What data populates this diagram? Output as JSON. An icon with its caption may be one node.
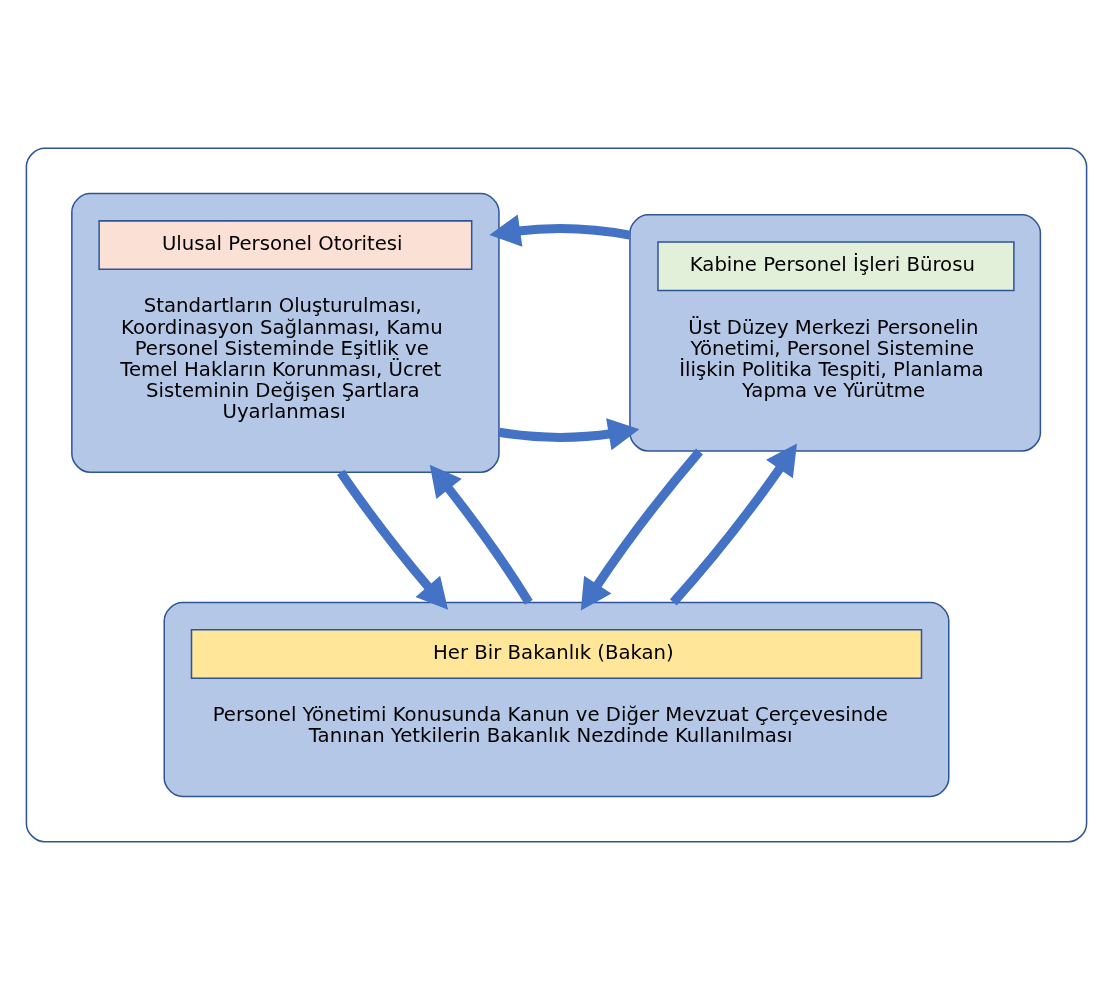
{
  "diagram": {
    "nodes": [
      {
        "text": [],
        "shape": "box"
      },
      {
        "text": [
          "Ulusal Personel Otoritesi",
          "Standartların Oluşturulması, Koordinasyon Sağlanması, Kamu Personel Sisteminde Eşitlik ve Temel Hakların Korunması, Ücret Sisteminin Değişen Şartlara Uyarlanması"
        ],
        "in": 0
      },
      {
        "text": [
          "Kabine Personel İşleri Bürosu",
          "Üst Düzey Merkezi Personelin Yönetimi, Personel Sistemine İlişkin Politika Tespiti, Planlama Yapma ve Yürütme"
        ],
        "in": 0
      },
      {
        "text": [
          "Her Bir Bakanlık (Bakan)",
          "Personel Yönetimi Konusunda Kanun ve Diğer Mevzuat Çerçevesinde Tanınan Yetkilerin Bakanlık Nezdinde Kullanılması"
        ],
        "in": 0
      }
    ],
    "edges": [
      {
        "from": 1,
        "to": 2,
        "arrow": "to"
      },
      {
        "from": 2,
        "to": 1,
        "arrow": "to"
      },
      {
        "from": 1,
        "to": 3,
        "arrow": "to"
      },
      {
        "from": 3,
        "to": 1,
        "arrow": "to"
      },
      {
        "from": 3,
        "to": 2,
        "arrow": "to"
      },
      {
        "from": 2,
        "to": 3,
        "arrow": "to"
      }
    ]
  }
}
